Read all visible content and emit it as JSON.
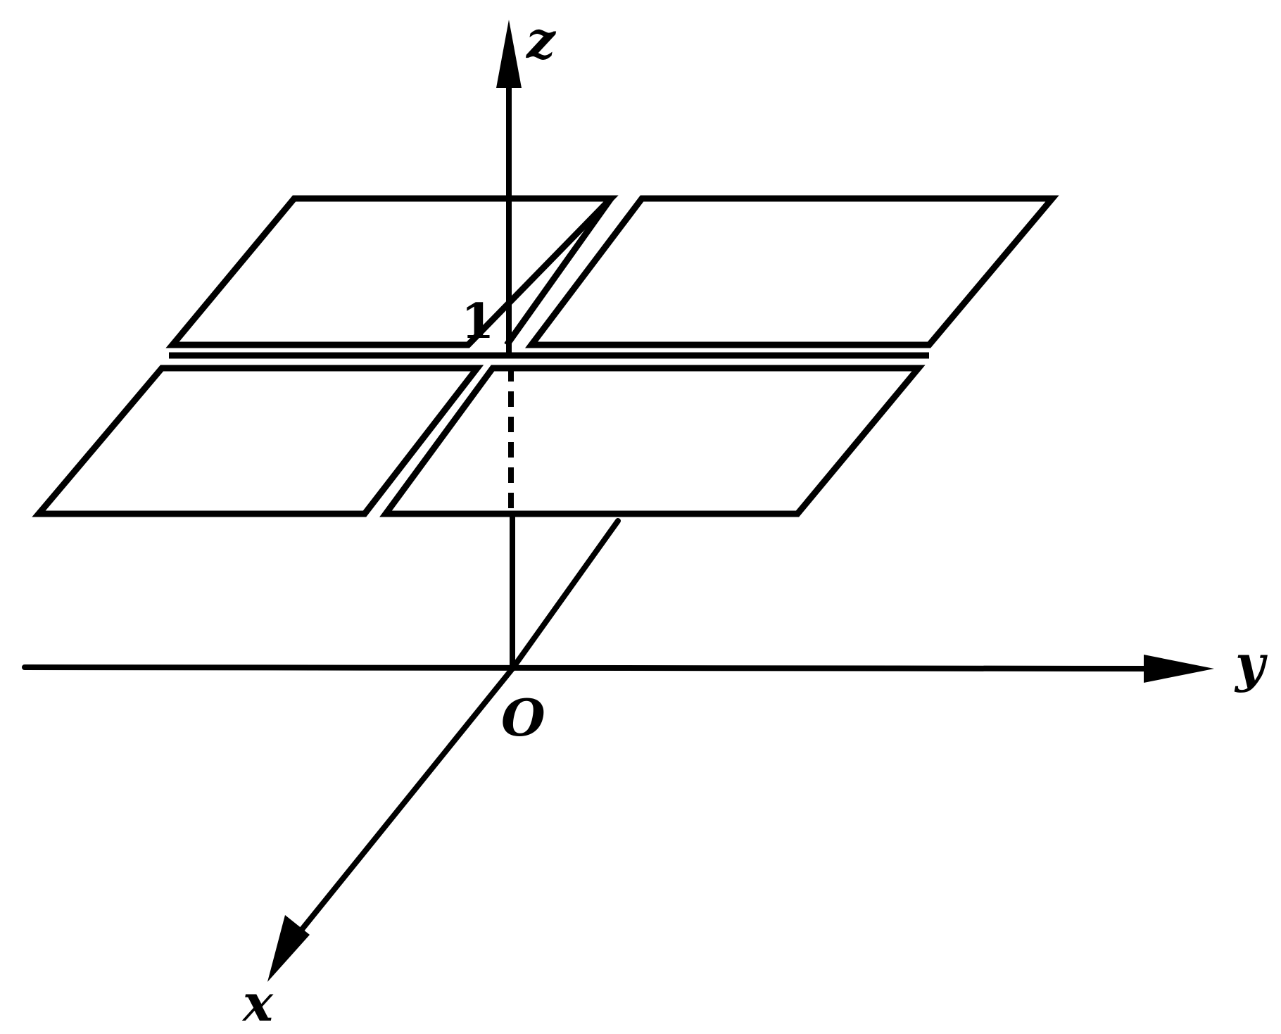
{
  "labels": {
    "z_axis": "z",
    "y_axis": "y",
    "x_axis": "x",
    "origin": "O",
    "height_mark": "1"
  },
  "colors": {
    "line": "#000000",
    "background": "#ffffff"
  }
}
